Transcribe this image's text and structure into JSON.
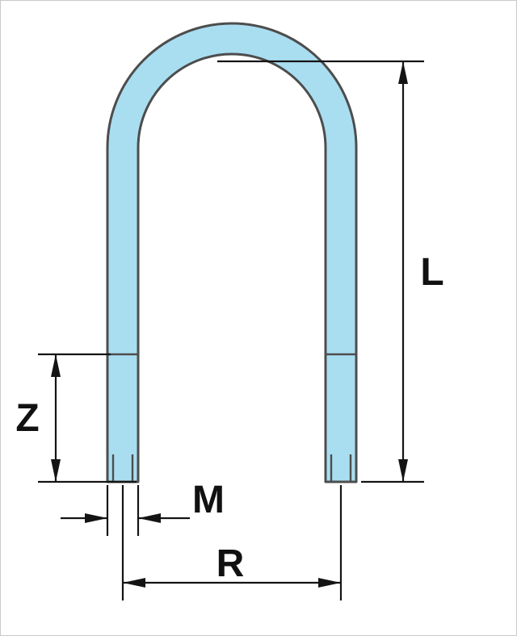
{
  "diagram": {
    "title": "u-bolt-technical-drawing",
    "labels": {
      "length": "L",
      "thread_length": "Z",
      "diameter": "M",
      "width": "R"
    },
    "colors": {
      "bolt_fill": "#a9def1",
      "bolt_outline": "#4d4d4d",
      "dimension_lines": "#141414",
      "background": "#ffffff"
    }
  }
}
